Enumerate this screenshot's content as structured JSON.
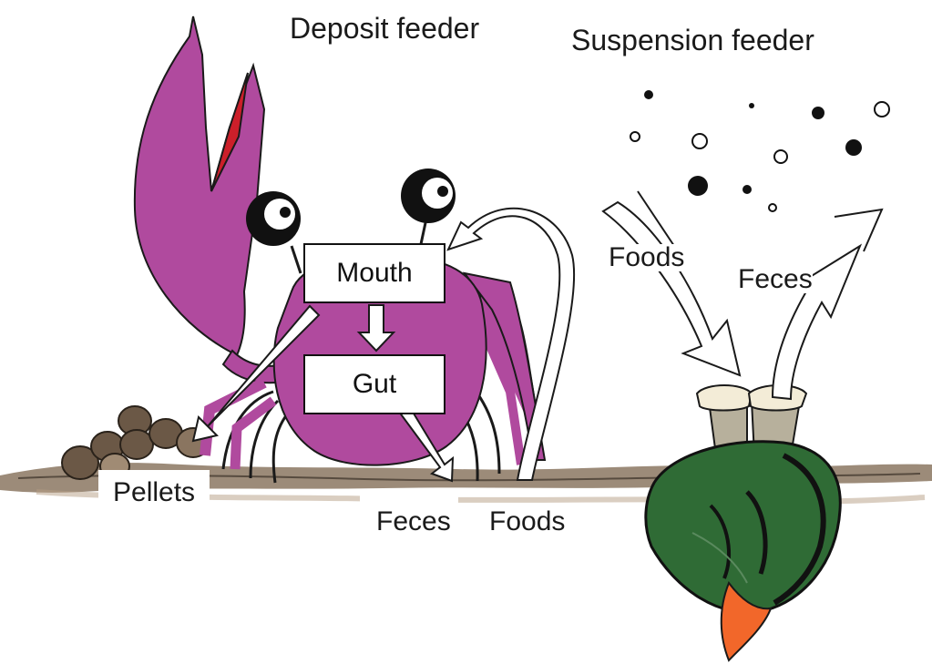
{
  "titles": {
    "deposit": "Deposit feeder",
    "suspension": "Suspension feeder"
  },
  "crab": {
    "mouth_label": "Mouth",
    "gut_label": "Gut",
    "pellets_label": "Pellets",
    "feces_label": "Feces",
    "foods_label": "Foods"
  },
  "mussel": {
    "foods_label": "Foods",
    "feces_label": "Feces"
  },
  "colors": {
    "crab_body": "#b04a9e",
    "crab_outline": "#1a1a1a",
    "claw_inner": "#cc1f2a",
    "mussel_shell": "#2f6b35",
    "mussel_foot": "#f2672a",
    "siphon": "#b7b09c",
    "sediment": "#7d6a55",
    "pellet": "#5a4a3a"
  },
  "icons": [
    "crab",
    "claw",
    "eye-stalk",
    "mussel",
    "siphon",
    "particle",
    "pellet",
    "arrow"
  ]
}
